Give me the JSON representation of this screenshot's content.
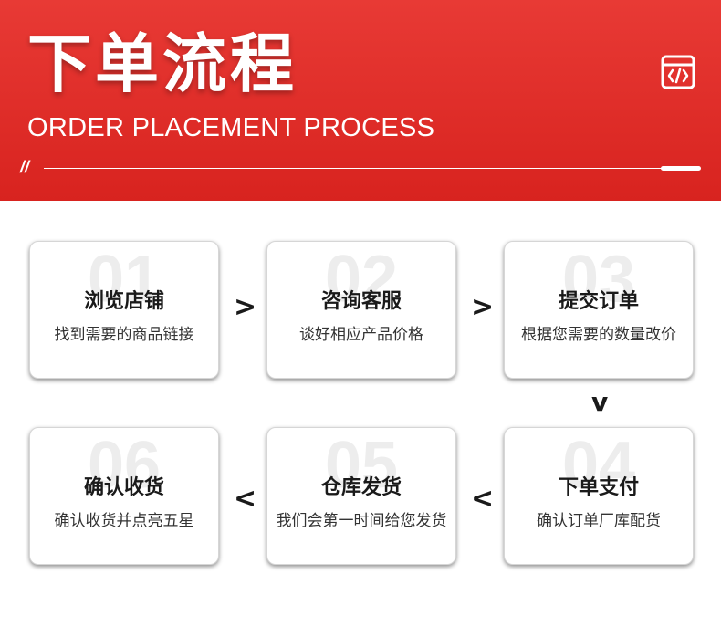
{
  "header": {
    "title_cn": "下单流程",
    "title_en": "ORDER PLACEMENT PROCESS",
    "slash": "//",
    "colors": {
      "bg_top": "#e83a35",
      "bg_bottom": "#d8231f",
      "text": "#ffffff"
    },
    "icon": "code-window-icon"
  },
  "steps": [
    {
      "num": "01",
      "title": "浏览店铺",
      "desc": "找到需要的商品链接"
    },
    {
      "num": "02",
      "title": "咨询客服",
      "desc": "谈好相应产品价格"
    },
    {
      "num": "03",
      "title": "提交订单",
      "desc": "根据您需要的数量改价"
    },
    {
      "num": "04",
      "title": "下单支付",
      "desc": "确认订单厂库配货"
    },
    {
      "num": "05",
      "title": "仓库发货",
      "desc": "我们会第一时间给您发货"
    },
    {
      "num": "06",
      "title": "确认收货",
      "desc": "确认收货并点亮五星"
    }
  ],
  "arrows": {
    "right1": ">",
    "right2": ">",
    "down": "v",
    "left1": "<",
    "left2": "<"
  }
}
